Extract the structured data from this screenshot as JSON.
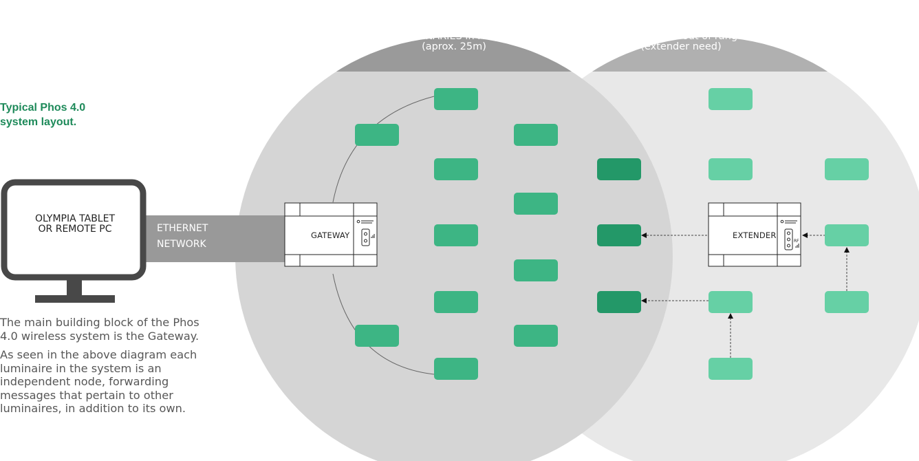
{
  "heading": {
    "line1": "Typical Phos 4.0",
    "line2": "system layout."
  },
  "description": [
    "The main building block of the Phos 4.0 wireless system is the Gateway.",
    "As seen in the above diagram each luminaire in the system is an independent node, forwarding messages that pertain to other luminaires, in addition to its own."
  ],
  "zones": {
    "in_range": {
      "line1": "LUMINARIES in range",
      "line2": "(aprox. 25m)"
    },
    "out_of_range": {
      "line1": "LUMINARIES out of range",
      "line2": "(extender need)"
    }
  },
  "monitor": {
    "line1": "OLYMPIA TABLET",
    "line2": "OR REMOTE PC",
    "icon": "monitor-icon"
  },
  "ethernet": {
    "line1": "ETHERNET",
    "line2": "NETWORK"
  },
  "gateway": {
    "label": "GATEWAY"
  },
  "extender": {
    "label": "EXTENDER",
    "rf_label": "RF"
  },
  "colors": {
    "in_range_node": "#3db584",
    "in_range_dark_node": "#239868",
    "out_of_range_node": "#66d0a5",
    "heading_text": "#1e8a5a",
    "zone_in_range": "#d5d5d5",
    "zone_out_of_range": "#e8e8e8",
    "zone_header": "#9a9a9a",
    "ethernet_band": "#999999",
    "monitor_frame": "#484848"
  }
}
